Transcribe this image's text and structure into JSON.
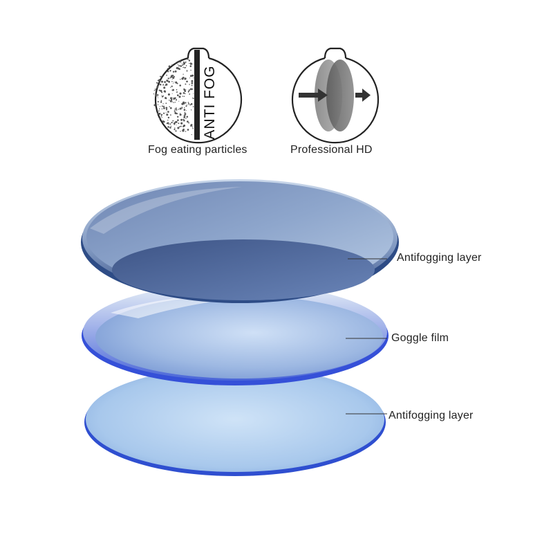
{
  "features": [
    {
      "icon": "fog-particles-icon",
      "badge_text": "ANTI FOG",
      "caption": "Fog eating particles"
    },
    {
      "icon": "lens-light-pass-icon",
      "caption": "Professional HD"
    }
  ],
  "layers": [
    {
      "label": "Antifogging layer",
      "color": "#8aa3c9"
    },
    {
      "label": "Goggle film",
      "color": "#b9d0f0"
    },
    {
      "label": "Antifogging layer",
      "color": "#a9cdee"
    }
  ],
  "colors": {
    "outline": "#222222",
    "particles": "#555555",
    "accent_blue": "#3a57d6"
  }
}
